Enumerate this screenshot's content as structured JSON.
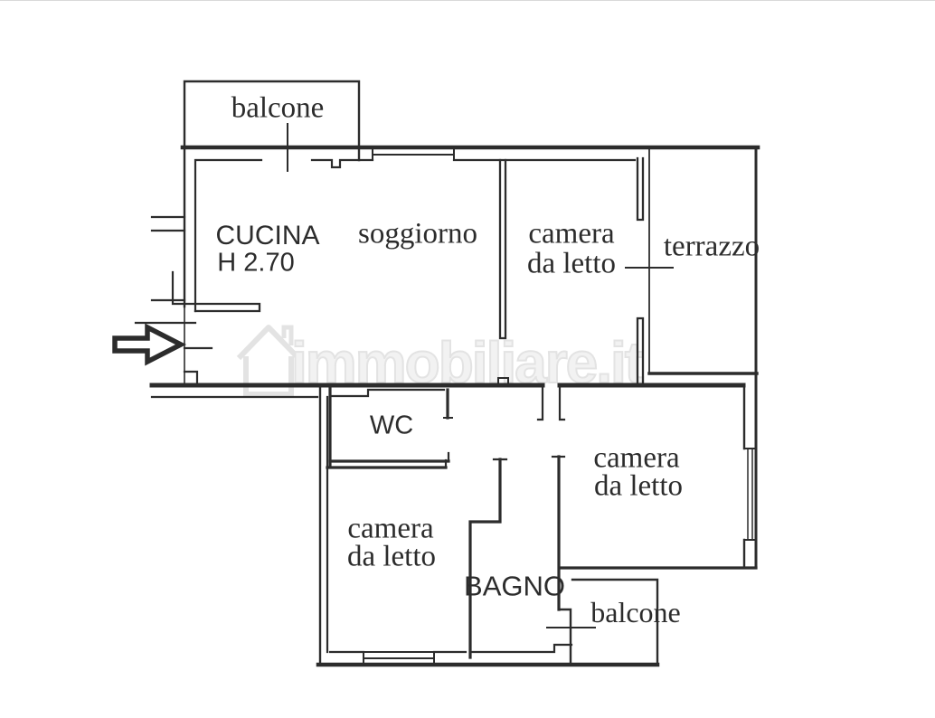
{
  "watermark": {
    "text": "immobiliare.it"
  },
  "colors": {
    "line": "#2c2c2c",
    "background": "#ffffff",
    "watermark_fill": "#f2f2f2",
    "watermark_stroke": "#e3e3e3",
    "arrow_fill": "#ffffff"
  },
  "rooms": {
    "balcone_top": {
      "label": "balcone"
    },
    "cucina": {
      "label": "CUCINA",
      "height_note": "H 2.70"
    },
    "soggiorno": {
      "label": "soggiorno"
    },
    "camera_top_right": {
      "line1": "camera",
      "line2": "da letto"
    },
    "terrazzo": {
      "label": "terrazzo"
    },
    "wc": {
      "label": "WC"
    },
    "camera_bottom_left": {
      "line1": "camera",
      "line2": "da letto"
    },
    "bagno": {
      "label": "BAGNO"
    },
    "camera_bottom_right": {
      "line1": "camera",
      "line2": "da letto"
    },
    "balcone_bottom": {
      "label": "balcone"
    }
  }
}
